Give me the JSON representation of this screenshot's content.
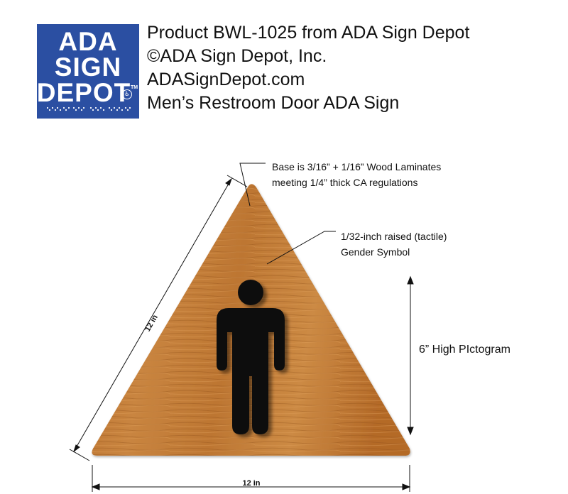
{
  "logo": {
    "line1": "ADA",
    "line2": "SIGN",
    "line3": "DEPOT",
    "trademark": "TM",
    "wheelchair_icon": "wheelchair-icon",
    "color": "#2b4fa2"
  },
  "header": {
    "line1": "Product BWL-1025 from ADA Sign Depot",
    "line2": "©ADA Sign Depot, Inc.",
    "line3": "ADASignDepot.com",
    "line4": "Men’s Restroom Door ADA Sign"
  },
  "diagram": {
    "base_note_line1": "Base is 3/16” + 1/16” Wood Laminates",
    "base_note_line2": "meeting 1/4” thick CA regulations",
    "symbol_note_line1": "1/32-inch raised (tactile)",
    "symbol_note_line2": "Gender Symbol",
    "pictogram_height_label": "6” High PIctogram",
    "side_dimension_label": "12 in",
    "bottom_dimension_label": "12 in",
    "wood_color": "#c27a33",
    "figure_color": "#111111",
    "figure_icon": "male-figure-icon"
  }
}
